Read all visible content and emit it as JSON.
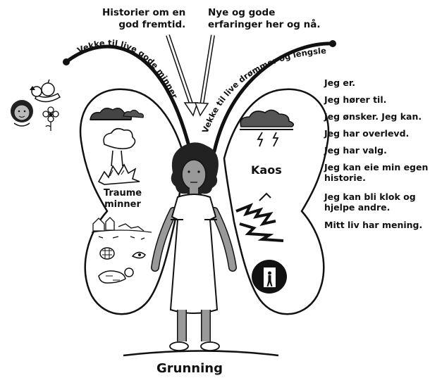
{
  "top_left_text": [
    "Historier om en",
    "god fremtid."
  ],
  "top_right_text": [
    "Nye og gode",
    "erfaringer her og nå."
  ],
  "arc_left_text": "Vekke til live gode minner",
  "arc_right_text": "Vekke til live drømmer og lengsler",
  "left_wing_label": [
    "Traume",
    "minner"
  ],
  "right_wing_label": "Kaos",
  "ground_label": "Grunning",
  "affirmations": [
    "Jeg er.",
    "Jeg hører til.",
    "Jeg ønsker. Jeg kan.",
    "Jeg har overlevd.",
    "Jeg har valg.",
    "Jeg kan eie min egen",
    "historie.",
    "Jeg kan bli klok og",
    "hjelpe andre.",
    "Mitt liv har mening."
  ],
  "icons": [
    "fruit-bowl-icon",
    "woman-face-icon",
    "flower-icon",
    "storm-cloud-icon",
    "explosion-icon",
    "ruined-village-icon",
    "grenade-icon",
    "injured-person-icon",
    "lightning-cloud-icon",
    "crack-icon",
    "doorway-silhouette-icon"
  ]
}
